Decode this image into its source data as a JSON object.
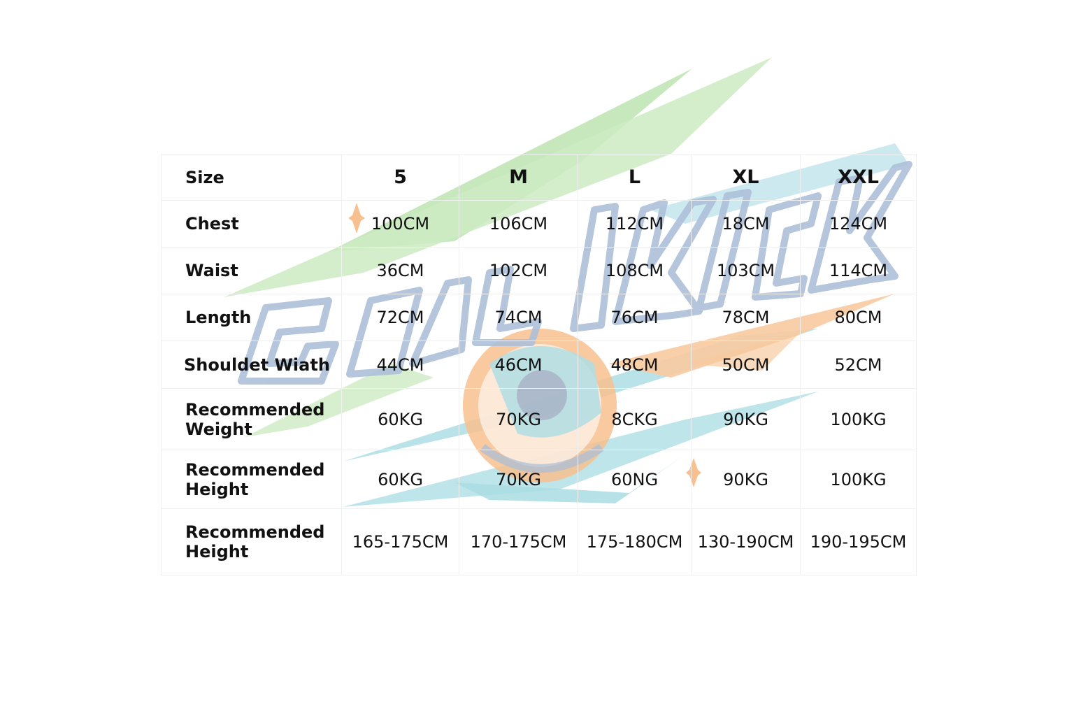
{
  "watermark": {
    "text": "GOAL KICK",
    "colors": {
      "green": "#bfe6b4",
      "blue_outline": "#a9bcd6",
      "cyan": "#a9dde3",
      "peach": "#f7c48e",
      "ball_center": "#aab8cc"
    }
  },
  "table": {
    "header": [
      "Size",
      "5",
      "M",
      "L",
      "XL",
      "XXL"
    ],
    "rows": [
      {
        "label": "Chest",
        "values": [
          "100CM",
          "106CM",
          "112CM",
          "18CM",
          "124CM"
        ]
      },
      {
        "label": "Waist",
        "values": [
          "36CM",
          "102CM",
          "108CM",
          "103CM",
          "114CM"
        ]
      },
      {
        "label": "Length",
        "values": [
          "72CM",
          "74CM",
          "76CM",
          "78CM",
          "80CM"
        ]
      },
      {
        "label": "Shouldet Wiath",
        "values": [
          "44CM",
          "46CM",
          "48CM",
          "50CM",
          "52CM"
        ]
      },
      {
        "label": "Recommended Weight",
        "values": [
          "60KG",
          "70KG",
          "8CKG",
          "90KG",
          "100KG"
        ]
      },
      {
        "label": "Recommended Height",
        "values": [
          "60KG",
          "70KG",
          "60NG",
          "90KG",
          "100KG"
        ]
      },
      {
        "label": "Recommended Height",
        "values": [
          "165-175CM",
          "170-175CM",
          "175-180CM",
          "130-190CM",
          "190-195CM"
        ]
      }
    ]
  }
}
